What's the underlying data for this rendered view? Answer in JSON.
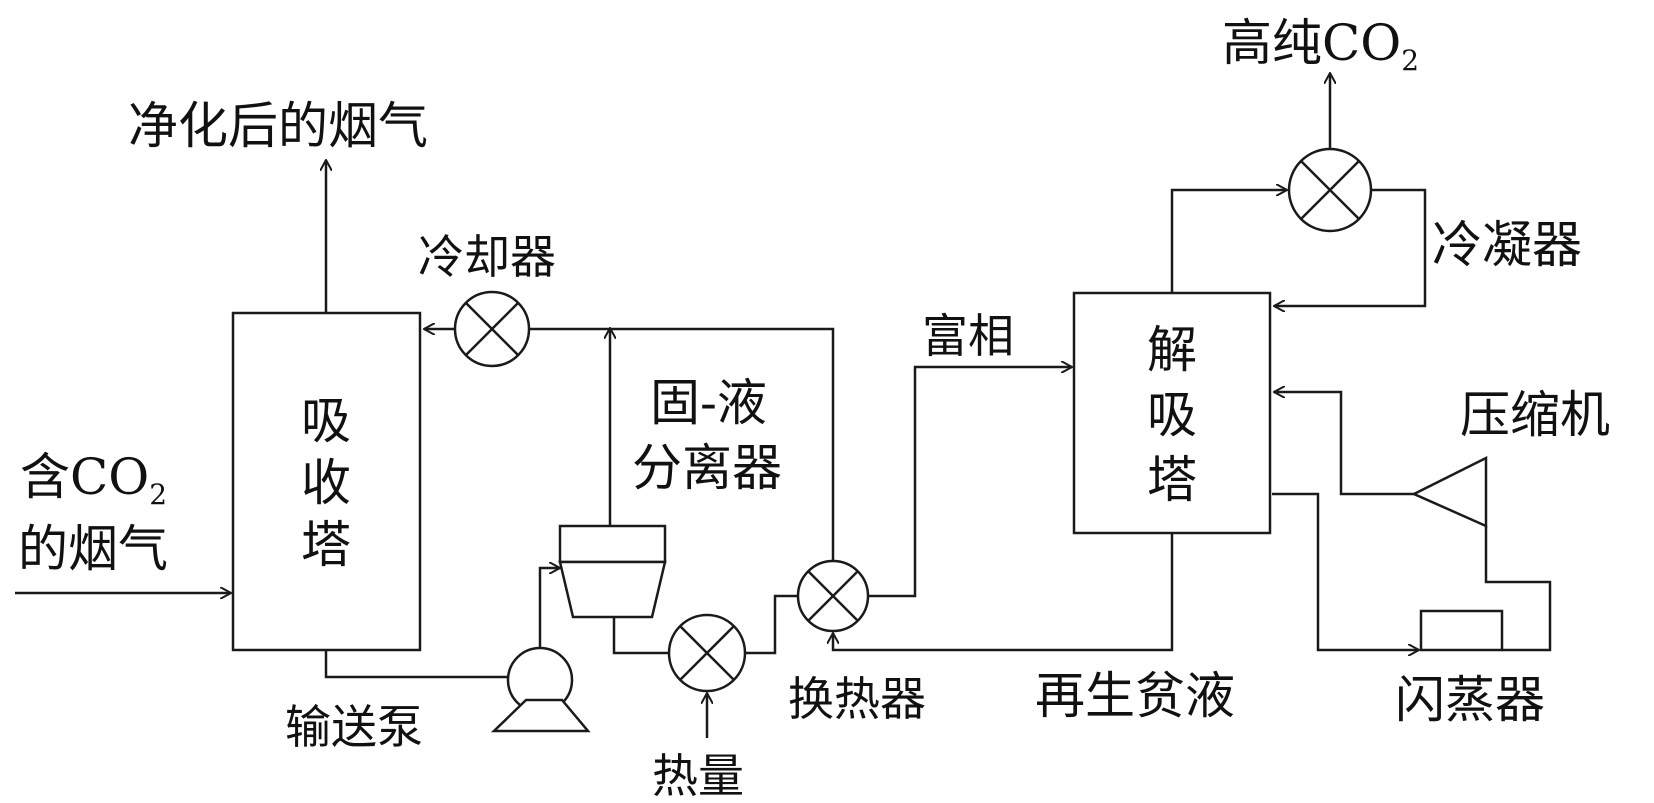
{
  "labels": {
    "purified_gas": "净化后的烟气",
    "feed_line1_prefix": "含CO",
    "feed_line1_sub": "2",
    "feed_line2": "的烟气",
    "absorber_1": "吸",
    "absorber_2": "收",
    "absorber_3": "塔",
    "cooler": "冷却器",
    "separator_line1": "固-液",
    "separator_line2": "分离器",
    "pump": "输送泵",
    "heat": "热量",
    "heat_exchanger": "换热器",
    "rich_phase": "富相",
    "desorber_1": "解",
    "desorber_2": "吸",
    "desorber_3": "塔",
    "regen_lean": "再生贫液",
    "product_prefix": "高纯CO",
    "product_sub": "2",
    "condenser": "冷凝器",
    "compressor": "压缩机",
    "flash": "闪蒸器"
  },
  "colors": {
    "line": "#1a1a1a",
    "text": "#111111",
    "background": "#ffffff"
  }
}
